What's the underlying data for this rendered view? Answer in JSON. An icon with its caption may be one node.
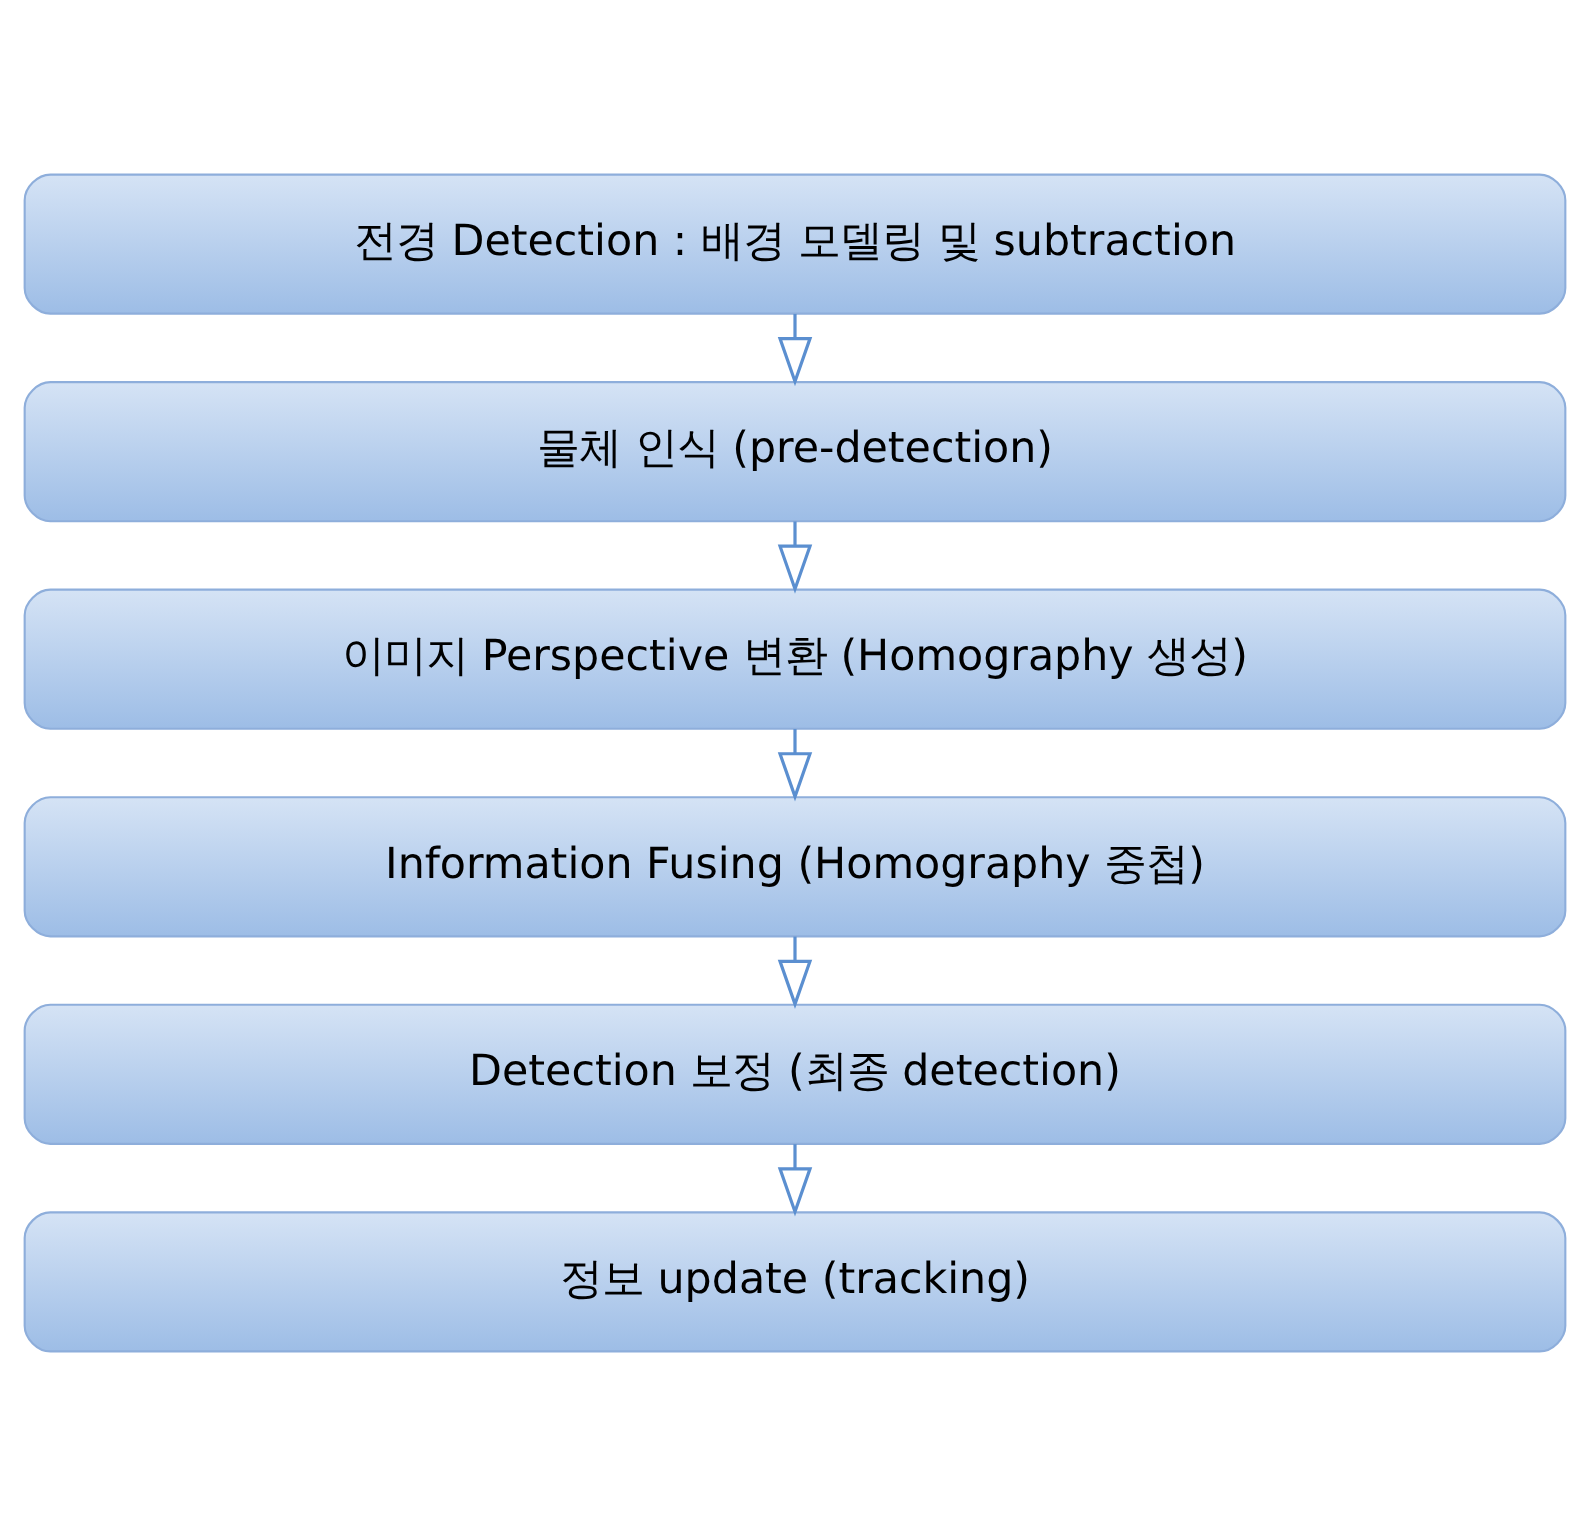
{
  "diagram": {
    "nodes": [
      {
        "text": [
          "전경 Detection : 배경 모델링 및 subtraction"
        ]
      },
      {
        "text": [
          "물체 인식 (pre-detection)"
        ]
      },
      {
        "text": [
          "이미지 Perspective 변환 (Homography 생성)"
        ]
      },
      {
        "text": [
          "Information Fusing (Homography 중첩)"
        ]
      },
      {
        "text": [
          "Detection 보정 (최종 detection)"
        ]
      },
      {
        "text": [
          "정보 update (tracking)"
        ]
      }
    ],
    "edges": [
      {
        "from": 0,
        "to": 1,
        "arrow": "to"
      },
      {
        "from": 1,
        "to": 2,
        "arrow": "to"
      },
      {
        "from": 2,
        "to": 3,
        "arrow": "to"
      },
      {
        "from": 3,
        "to": 4,
        "arrow": "to"
      },
      {
        "from": 4,
        "to": 5,
        "arrow": "to"
      }
    ]
  }
}
